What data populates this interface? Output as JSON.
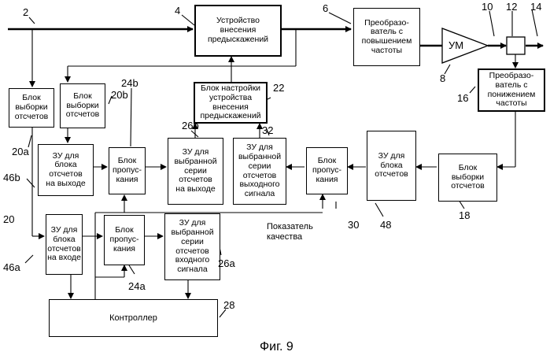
{
  "blocks": {
    "predistorter": "Устройство\nвнесения\nпредыскажений",
    "upconverter": "Преобразо-\nватель с\nповышением\nчастоты",
    "amplifier": "УМ",
    "downconverter": "Преобразо-\nватель с\nпонижением\nчастоты",
    "sampler_in": "Блок\nвыборки\nотсчетов",
    "sampler_out": "Блок\nвыборки\nотсчетов",
    "sampler_fb": "Блок\nвыборки\nотсчетов",
    "tuner": "Блок настройки\nустройства\nвнесения\nпредыскажений",
    "mem_out_block": "ЗУ для\nблока\nотсчетов\nна выходе",
    "gate_b": "Блок\nпропус-\nкания",
    "mem_selected_out": "ЗУ для\nвыбранной\nсерии\nотсчетов\nна выходе",
    "mem_selected_outsig": "ЗУ для\nвыбранной\nсерии\nотсчетов\nвыходного\nсигнала",
    "gate_fb": "Блок\nпропус-\nкания",
    "mem_fb_block": "ЗУ для\nблока\nотсчетов",
    "mem_in_block": "ЗУ для\nблока\nотсчетов\nна входе",
    "gate_a": "Блок\nпропус-\nкания",
    "mem_selected_insig": "ЗУ для\nвыбранной\nсерии\nотсчетов\nвходного\nсигнала",
    "controller": "Контроллер"
  },
  "refs": {
    "r2": "2",
    "r4": "4",
    "r6": "6",
    "r8": "8",
    "r10": "10",
    "r12": "12",
    "r14": "14",
    "r16": "16",
    "r18": "18",
    "r20": "20",
    "r20a": "20a",
    "r20b": "20b",
    "r22": "22",
    "r24a": "24a",
    "r24b": "24b",
    "r26a": "26a",
    "r26b": "26b",
    "r28": "28",
    "r30": "30",
    "r32": "32",
    "r46a": "46a",
    "r46b": "46b",
    "r48": "48"
  },
  "quality_label": "Показатель\nкачества",
  "caption": "Фиг. 9"
}
